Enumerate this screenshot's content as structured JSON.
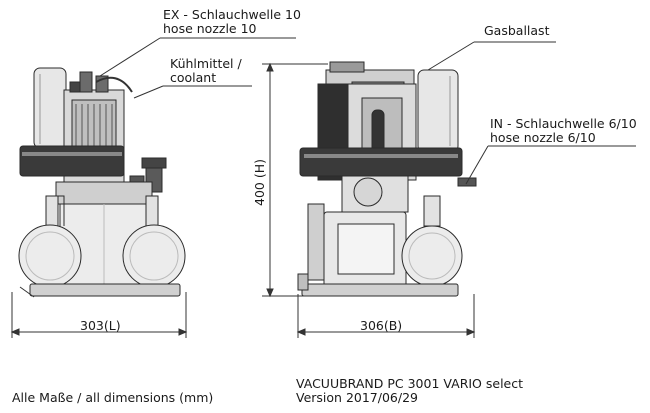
{
  "labels": {
    "ex_line1": "EX - Schlauchwelle 10",
    "ex_line2": "hose nozzle 10",
    "coolant_line1": "Kühlmittel /",
    "coolant_line2": "coolant",
    "gasballast": "Gasballast",
    "in_line1": "IN - Schlauchwelle 6/10",
    "in_line2": "hose nozzle 6/10"
  },
  "dimensions": {
    "width_left": "303(L)",
    "width_right": "306(B)",
    "height": "400 (H)"
  },
  "footer": {
    "units": "Alle Maße / all dimensions (mm)",
    "model": "VACUUBRAND PC 3001 VARIO select",
    "version": "Version 2017/06/29"
  }
}
